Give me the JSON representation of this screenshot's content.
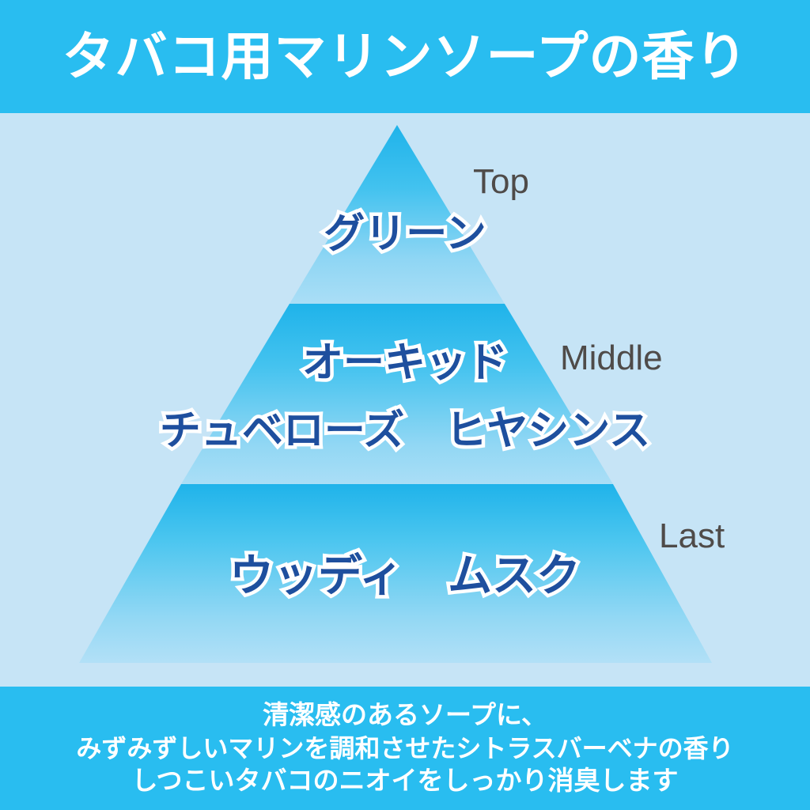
{
  "header": {
    "title": "タバコ用マリンソープの香り",
    "background_color": "#29bdf0",
    "text_color": "#ffffff"
  },
  "stage": {
    "background_color": "#c6e4f6"
  },
  "pyramid": {
    "note_text_color": "#1e4f9e",
    "note_outline_color": "#ffffff",
    "band_gradient_top_color": "#1fb3ea",
    "band_gradient_bottom_color": "#aadef6",
    "stage_label_color": "#4f4b49",
    "levels": [
      {
        "stage_label": "Top",
        "notes": [
          "グリーン"
        ]
      },
      {
        "stage_label": "Middle",
        "notes": [
          "オーキッド",
          "チュベローズ　ヒヤシンス"
        ]
      },
      {
        "stage_label": "Last",
        "notes": [
          "ウッディ　ムスク"
        ]
      }
    ],
    "labels": {
      "top": "Top",
      "middle": "Middle",
      "last": "Last"
    },
    "notes": {
      "top": "グリーン",
      "middle_1": "オーキッド",
      "middle_2": "チュベローズ　ヒヤシンス",
      "last": "ウッディ　ムスク"
    }
  },
  "footer": {
    "background_color": "#29bdf0",
    "text_color": "#ffffff",
    "lines": [
      "清潔感のあるソープに、",
      "みずみずしいマリンを調和させたシトラスバーベナの香り",
      "しつこいタバコのニオイをしっかり消臭します"
    ],
    "line_1": "清潔感のあるソープに、",
    "line_2": "みずみずしいマリンを調和させたシトラスバーベナの香り",
    "line_3": "しつこいタバコのニオイをしっかり消臭します"
  }
}
